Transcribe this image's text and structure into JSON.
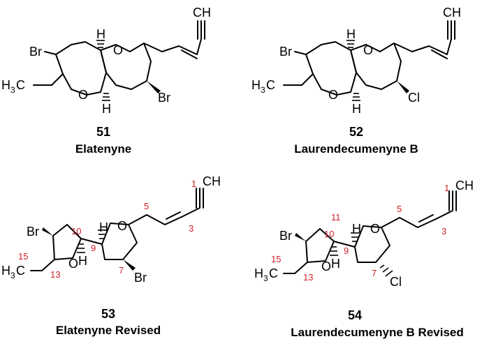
{
  "compounds": [
    {
      "id": "51",
      "name": "Elatenyne",
      "substituent": "Br"
    },
    {
      "id": "52",
      "name": "Laurendecumenyne B",
      "substituent": "Cl"
    },
    {
      "id": "53",
      "name": "Elatenyne Revised",
      "substituent": "Br"
    },
    {
      "id": "54",
      "name": "Laurendecumenyne B Revised",
      "substituent": "Cl"
    }
  ],
  "atoms": {
    "br": "Br",
    "o": "O",
    "h": "H",
    "ch": "CH",
    "h3c_h": "H",
    "h3c_3": "3",
    "h3c_c": "C"
  },
  "carbon_numbers": {
    "c1": "1",
    "c3": "3",
    "c5": "5",
    "c7": "7",
    "c9": "9",
    "c10": "10",
    "c11": "11",
    "c13": "13",
    "c15": "15"
  },
  "colors": {
    "bond": "#000000",
    "numbering": "#d0202a"
  }
}
